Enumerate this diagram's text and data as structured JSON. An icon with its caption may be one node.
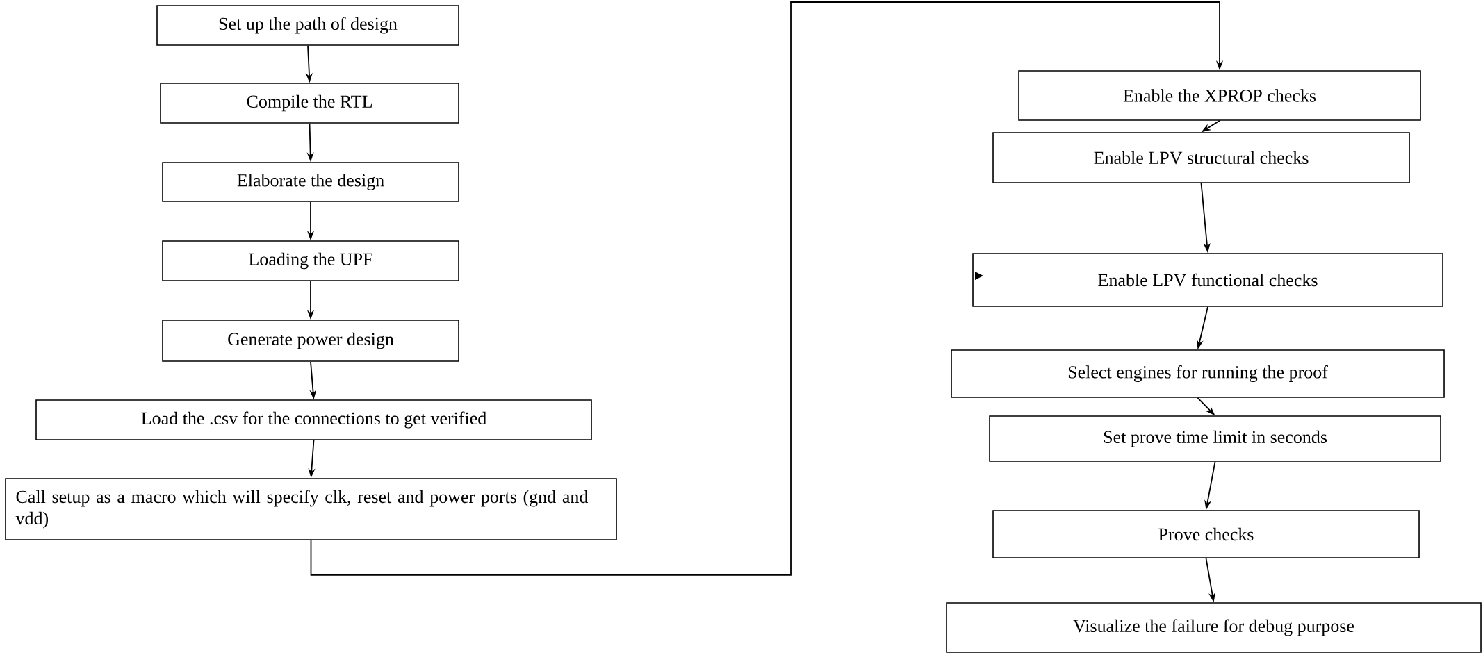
{
  "diagram": {
    "nodes": [
      {
        "text": [
          "Set up the path of design"
        ]
      },
      {
        "text": [
          "Compile the RTL"
        ]
      },
      {
        "text": [
          "Elaborate the design"
        ]
      },
      {
        "text": [
          "Loading the UPF"
        ]
      },
      {
        "text": [
          "Generate power design"
        ]
      },
      {
        "text": [
          "Load the .csv for the connections to get verified"
        ]
      },
      {
        "text": [
          "Call setup as a macro which will specify clk, reset and power ports (gnd and vdd)"
        ]
      },
      {
        "text": [
          "Enable the XPROP checks"
        ]
      },
      {
        "text": [
          "Enable LPV structural checks"
        ]
      },
      {
        "text": [
          "Enable LPV functional checks"
        ]
      },
      {
        "text": [
          "Select engines for running the proof"
        ]
      },
      {
        "text": [
          "Set prove time limit in seconds"
        ]
      },
      {
        "text": [
          "Prove checks"
        ]
      },
      {
        "text": [
          "Visualize the failure for debug purpose"
        ]
      }
    ],
    "edges": [
      {
        "from": 0,
        "to": 1,
        "arrow": "to"
      },
      {
        "from": 1,
        "to": 2,
        "arrow": "to"
      },
      {
        "from": 2,
        "to": 3,
        "arrow": "to"
      },
      {
        "from": 3,
        "to": 4,
        "arrow": "to"
      },
      {
        "from": 4,
        "to": 5,
        "arrow": "to"
      },
      {
        "from": 5,
        "to": 6,
        "arrow": "to"
      },
      {
        "from": 6,
        "to": 7,
        "arrow": "to"
      },
      {
        "from": 7,
        "to": 8,
        "arrow": "to"
      },
      {
        "from": 8,
        "to": 9,
        "arrow": "to"
      },
      {
        "from": 9,
        "to": 10,
        "arrow": "to"
      },
      {
        "from": 10,
        "to": 11,
        "arrow": "to"
      },
      {
        "from": 11,
        "to": 12,
        "arrow": "to"
      },
      {
        "from": 12,
        "to": 13,
        "arrow": "to"
      }
    ]
  }
}
